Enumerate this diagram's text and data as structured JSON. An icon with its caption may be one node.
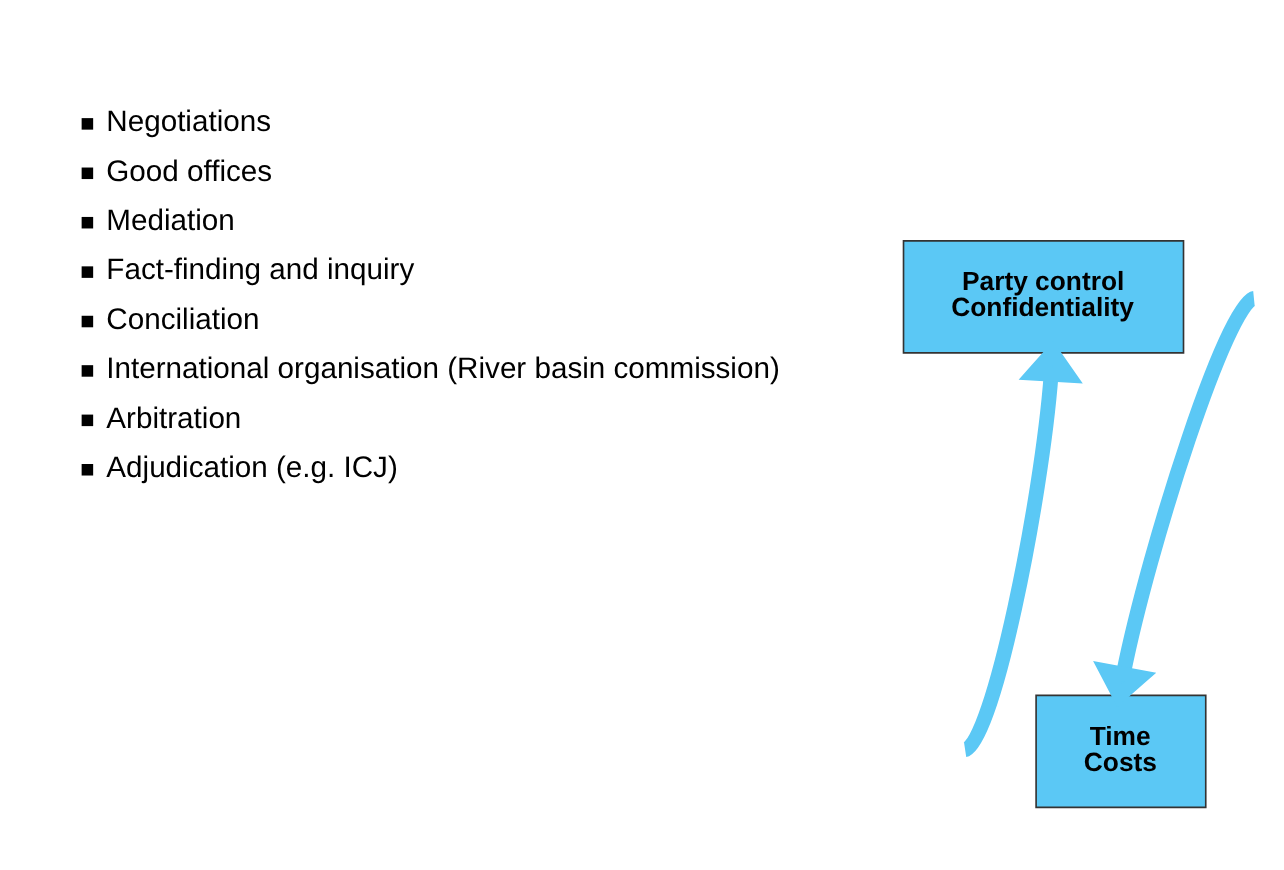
{
  "diagram": {
    "nodes": [
      {
        "text": [
          "Party control",
          "Confidentiality"
        ]
      },
      {
        "text": [
          "Time",
          "Costs"
        ]
      }
    ],
    "edges": [
      {
        "from": null,
        "to": 0,
        "arrow": "to"
      },
      {
        "from": null,
        "to": 1,
        "arrow": "to"
      }
    ],
    "labels": [
      "Negotiations",
      "Good offices",
      "Mediation",
      "Fact-finding and inquiry",
      "Conciliation",
      "International organisation (River basin commission)",
      "Arbitration",
      "Adjudication (e.g. ICJ)"
    ]
  }
}
